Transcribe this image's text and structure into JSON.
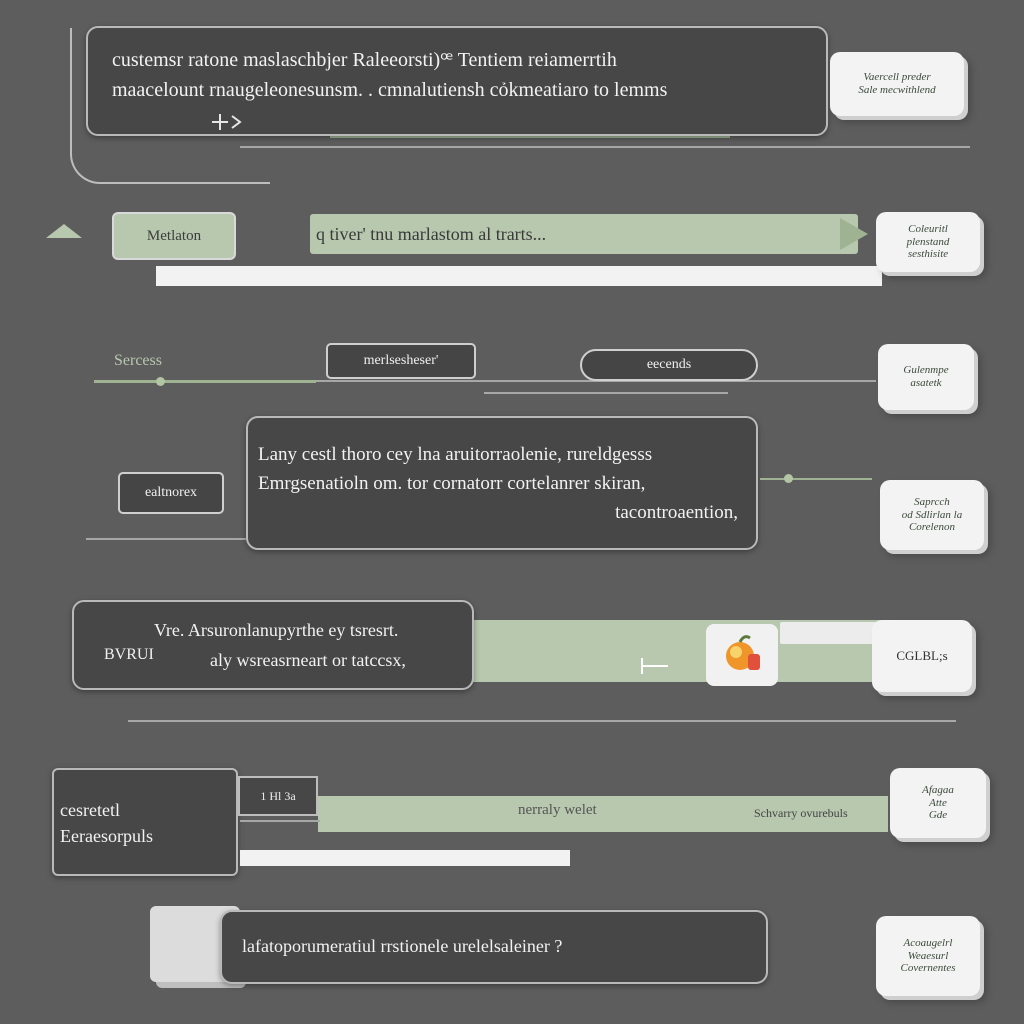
{
  "colors": {
    "background": "#5d5d5d",
    "bubble": "#474747",
    "accent_green": "#b7c8ae",
    "card": "#f3f3f3"
  },
  "row1": {
    "bubble_line1": "custemsr ratone maslaschbjer Raleeorsti)ꟹ Tentiem reiamerrtih",
    "bubble_line2": "maacelount rnaugeleonesunsm.  . cmnalutiensh cỏkmeatiaro to lemms",
    "card": "Vaercell preder\nSale mecwithlend"
  },
  "row2": {
    "button": "Metlaton",
    "field": "q tiver' tnu marlastom al trarts...",
    "card": "Coleuritl\nplenstand\nsesthisite"
  },
  "row3": {
    "label": "Sercess",
    "tag1": "merlsesheser'",
    "tag2": "eecends",
    "card": "Gulenmpe\nasatetk"
  },
  "row4": {
    "label": "ealtnorex",
    "line1": "Lany cestl thoro cey lna aruitorraolenie, rureldgesss",
    "line2": "Emrgsenatioln om. tor cornatorr cortelanrer skiran,",
    "line3": "tacontroaention,",
    "card": "Saprcch\nod Sdlirlan la\nCorelenon"
  },
  "row5": {
    "side_label": "BVRUI",
    "line1": "Vre. Arsuronlanupyrthe ey tsresrt.",
    "line2": "aly wsreasrneart or tatccsx,",
    "card": "CGLBL;s"
  },
  "row6": {
    "block_line1": "cesretetl",
    "block_line2": "Eeraesorpuls",
    "small": "1 Hl 3a",
    "bar_text1": "nerraly welet",
    "bar_text2": "Schvarry ovurebuls",
    "card": "Afagaa\nAtte\nGde"
  },
  "row7": {
    "bubble": "lafatoporumeratiul rrstionele urelelsaleiner ?",
    "card": "Acoaugelrl\nWeaesurl\nCovernentes"
  }
}
